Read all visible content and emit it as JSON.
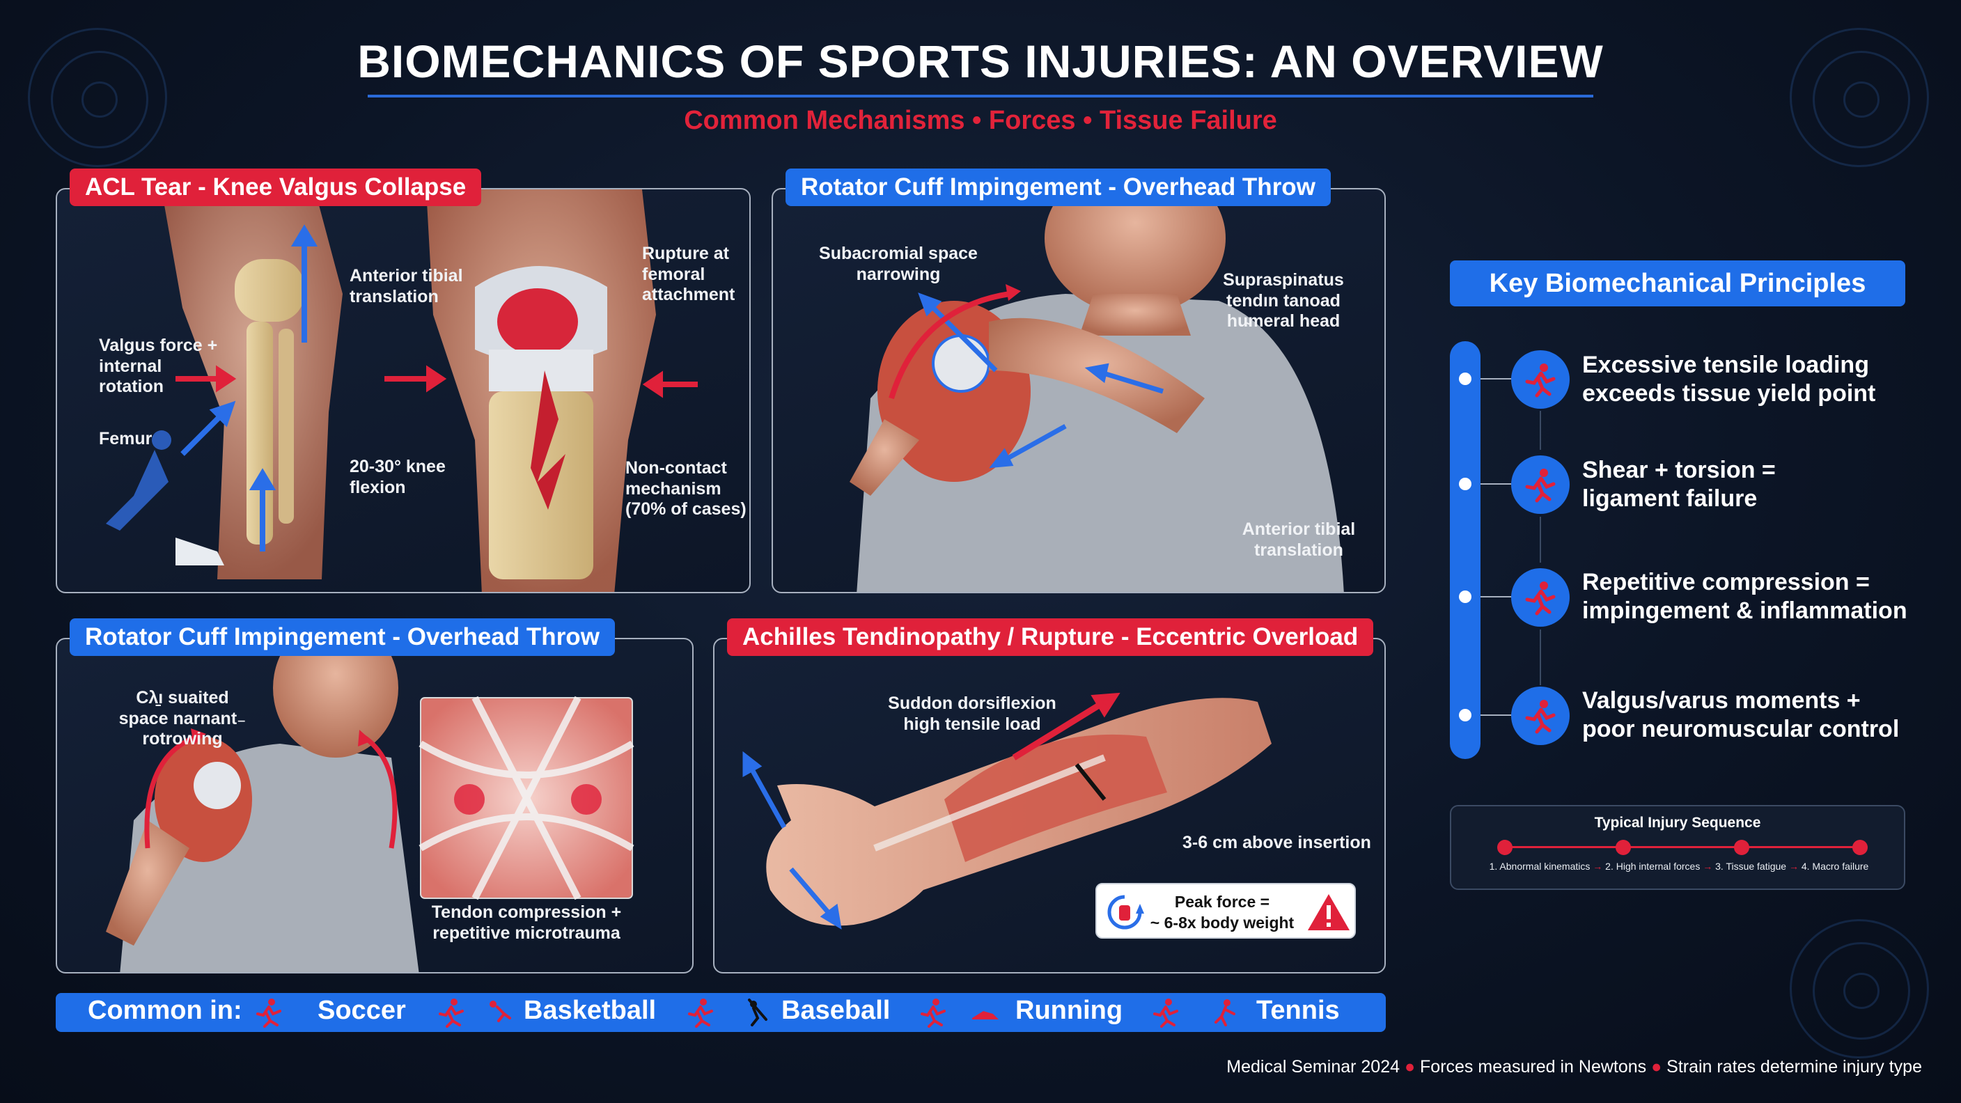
{
  "header": {
    "title": "BIOMECHANICS OF SPORTS INJURIES: AN OVERVIEW",
    "subtitle": "Common Mechanisms • Forces • Tissue Failure"
  },
  "acl_panel": {
    "tag": "ACL Tear - Knee Valgus Collapse",
    "ann_valgus": "Valgus force +\ninternal\nrotation",
    "ann_femur": "Femur",
    "ann_tibial": "Anterior tibial\ntranslation",
    "ann_flexion": "20-30° knee\nflexion",
    "ann_rupture": "Rupture at\nfemoral\nattachment",
    "ann_noncontact": "Non-contact\nmechanism\n(70% of cases)"
  },
  "rc_throw_panel": {
    "tag": "Rotator Cuff Impingement - Overhead Throw",
    "ann_subacromial": "Subacromial space\nnarrowing",
    "ann_supraspinatus": "Supraspinatus\ntendın tanoad\nhu̴meral head",
    "ann_tibial": "Anterior tibial\ntranslation"
  },
  "rc_second_panel": {
    "tag": "Rotator Cuff Impingement - Overhead Throw",
    "ann_space": "Cλ̱ı suaited\nspace narnant₋\nrotrowing",
    "ann_tendon": "Tendon compression +\nrepetitive microtrauma"
  },
  "achilles_panel": {
    "tag": "Achilles Tendinopathy / Rupture - Eccentric Overload",
    "ann_dorsiflexion": "Suddon dorsiflexion\nhigh tensile load",
    "ann_insertion": "3-6 cm above insertion",
    "peak_line1": "Peak force =",
    "peak_line2": "~ 6-8x body weight"
  },
  "principles": {
    "heading": "Key Biomechanical Principles",
    "items": [
      {
        "text": "Excessive tensile loading\nexceeds tissue yield point",
        "icon": "runner-icon"
      },
      {
        "text": "Shear + torsion =\nligament failure",
        "icon": "runner-icon"
      },
      {
        "text": "Repetitive compression =\nimpingement & inflammation",
        "icon": "runner-icon"
      },
      {
        "text": "Valgus/varus moments +\npoor neuromuscular control",
        "icon": "runner-icon"
      }
    ]
  },
  "sequence": {
    "title": "Typical Injury Sequence",
    "steps": [
      "1. Abnormal kinematics",
      "2. High internal forces",
      "3. Tissue fatigue",
      "4. Macro failure"
    ]
  },
  "sports": {
    "label": "Common in:",
    "items": [
      "Soccer",
      "Basketball",
      "Baseball",
      "Running",
      "Tennis"
    ]
  },
  "footer": {
    "items": [
      "Medical Seminar 2024",
      "Forces measured in Newtons",
      "Strain rates determine injury type"
    ]
  },
  "colors": {
    "accent_blue": "#1f6ee8",
    "accent_red": "#e0213a",
    "background": "#0c1526"
  }
}
